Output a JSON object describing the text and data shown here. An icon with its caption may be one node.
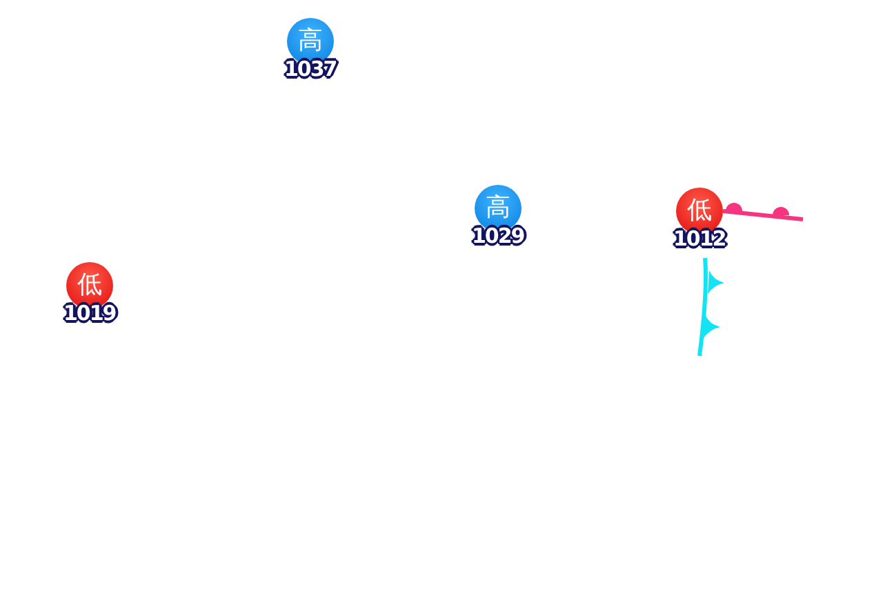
{
  "diagram": {
    "nodes": [
      {
        "text": [
          "高"
        ],
        "beside": [
          "1037"
        ]
      },
      {
        "text": [
          "高"
        ],
        "beside": [
          "1029"
        ]
      },
      {
        "text": [
          "低"
        ],
        "beside": [
          "1012"
        ]
      },
      {
        "text": [
          "低"
        ],
        "beside": [
          "1019"
        ]
      }
    ],
    "edges": [
      {
        "from": 2,
        "to": null,
        "arrow": "other",
        "color": "#f5357f"
      },
      {
        "from": 2,
        "to": null,
        "arrow": "none",
        "color": "#12e4f4"
      }
    ]
  }
}
